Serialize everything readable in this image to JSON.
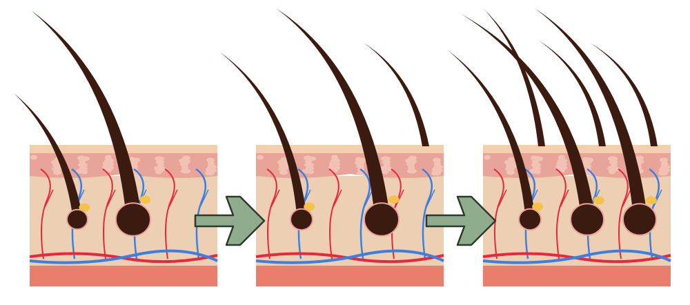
{
  "figure": {
    "subject": "hair-growth-stages",
    "stages": [
      {
        "id": "stage-1",
        "hair_count": 2
      },
      {
        "id": "stage-2",
        "hair_count": 3
      },
      {
        "id": "stage-3",
        "hair_count": 6
      }
    ],
    "arrows": 2,
    "icons": [
      "arrow-right-icon"
    ]
  },
  "colors": {
    "epidermis_top": "#f2cfae",
    "cell_layer": "#e9a49a",
    "cell": "#f2c2b4",
    "dermis": "#edcfb4",
    "fat_layer": "#e97e6c",
    "hair": "#3b1a10",
    "vein": "#3d7fe0",
    "artery": "#e8283a",
    "gland": "#f5c34a",
    "arrow_fill": "#8fac8c",
    "arrow_stroke": "#2c3a2c"
  }
}
